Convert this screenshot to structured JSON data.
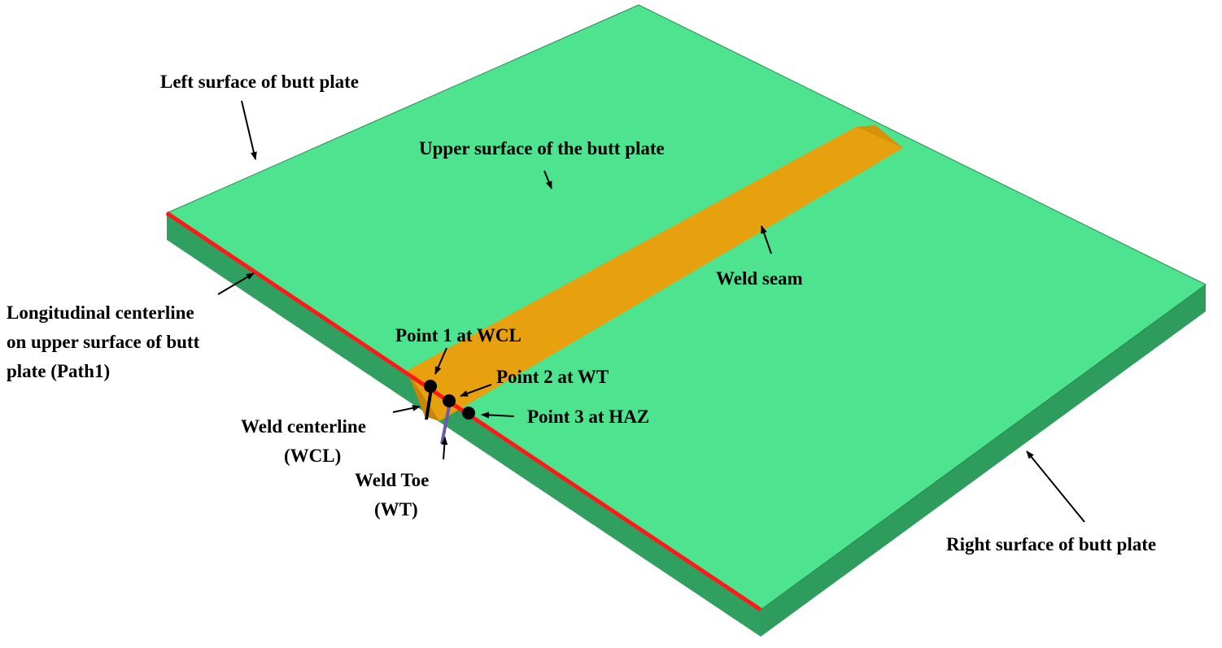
{
  "colors": {
    "plate_top": "#4de38f",
    "plate_front": "#2fa05f",
    "plate_side": "#2d9c5c",
    "weld": "#e8a10e",
    "weld_bevel": "#c98505",
    "path_line": "#ff1a1a",
    "weld_toe_line": "#6b5aa8",
    "arrow": "#000000",
    "point": "#000000"
  },
  "labels": {
    "left_surface": "Left surface of butt plate",
    "upper_surface": "Upper surface of the butt plate",
    "weld_seam": "Weld seam",
    "longitudinal_line1": "Longitudinal  centerline",
    "longitudinal_line2": "on upper surface of butt",
    "longitudinal_line3": "plate (Path1)",
    "point1": "Point 1 at WCL",
    "point2": "Point 2 at WT",
    "point3": "Point 3 at HAZ",
    "weld_centerline_line1": "Weld centerline",
    "weld_centerline_line2": "(WCL)",
    "weld_toe_line1": "Weld Toe",
    "weld_toe_line2": "(WT)",
    "right_surface": "Right surface of butt plate"
  }
}
